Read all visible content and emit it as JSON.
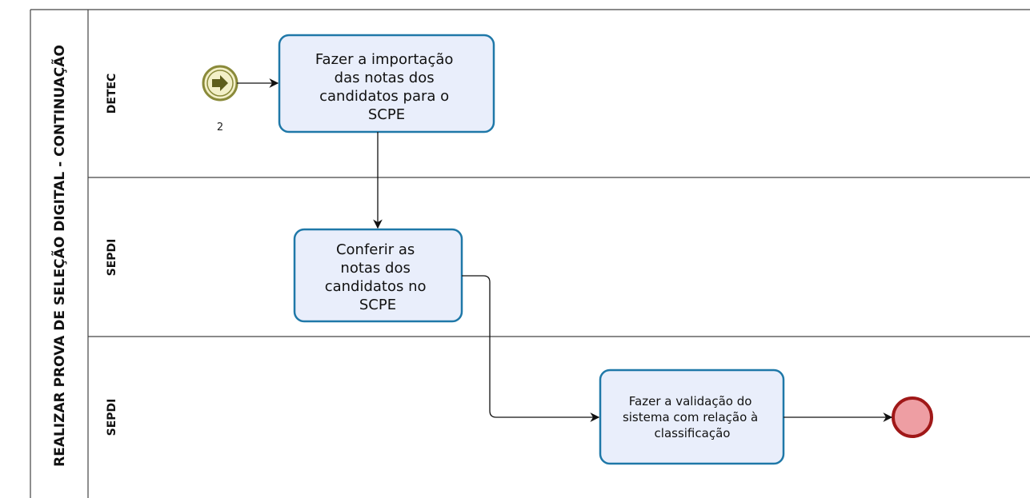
{
  "pool": {
    "title": "REALIZAR PROVA DE SELEÇÃO DIGITAL - CONTINUAÇÃO"
  },
  "lanes": [
    {
      "label": "DETEC"
    },
    {
      "label": "SEPDI"
    },
    {
      "label": "SEPDI"
    }
  ],
  "events": {
    "start": {
      "label": "2"
    },
    "end": {}
  },
  "tasks": [
    {
      "lines": [
        "Fazer a importação",
        "das notas dos",
        "candidatos para o",
        "SCPE"
      ]
    },
    {
      "lines": [
        "Conferir as",
        "notas dos",
        "candidatos no",
        "SCPE"
      ]
    },
    {
      "lines": [
        "Fazer a validação do",
        "sistema com relação à",
        "classificação"
      ]
    }
  ],
  "colors": {
    "task_fill": "#e9eefb",
    "task_stroke": "#1f78a8",
    "start_event_fill": "#f3f0c8",
    "start_event_stroke": "#8a8a3a",
    "end_event_fill": "#ee9ea3",
    "end_event_stroke": "#a01818"
  }
}
